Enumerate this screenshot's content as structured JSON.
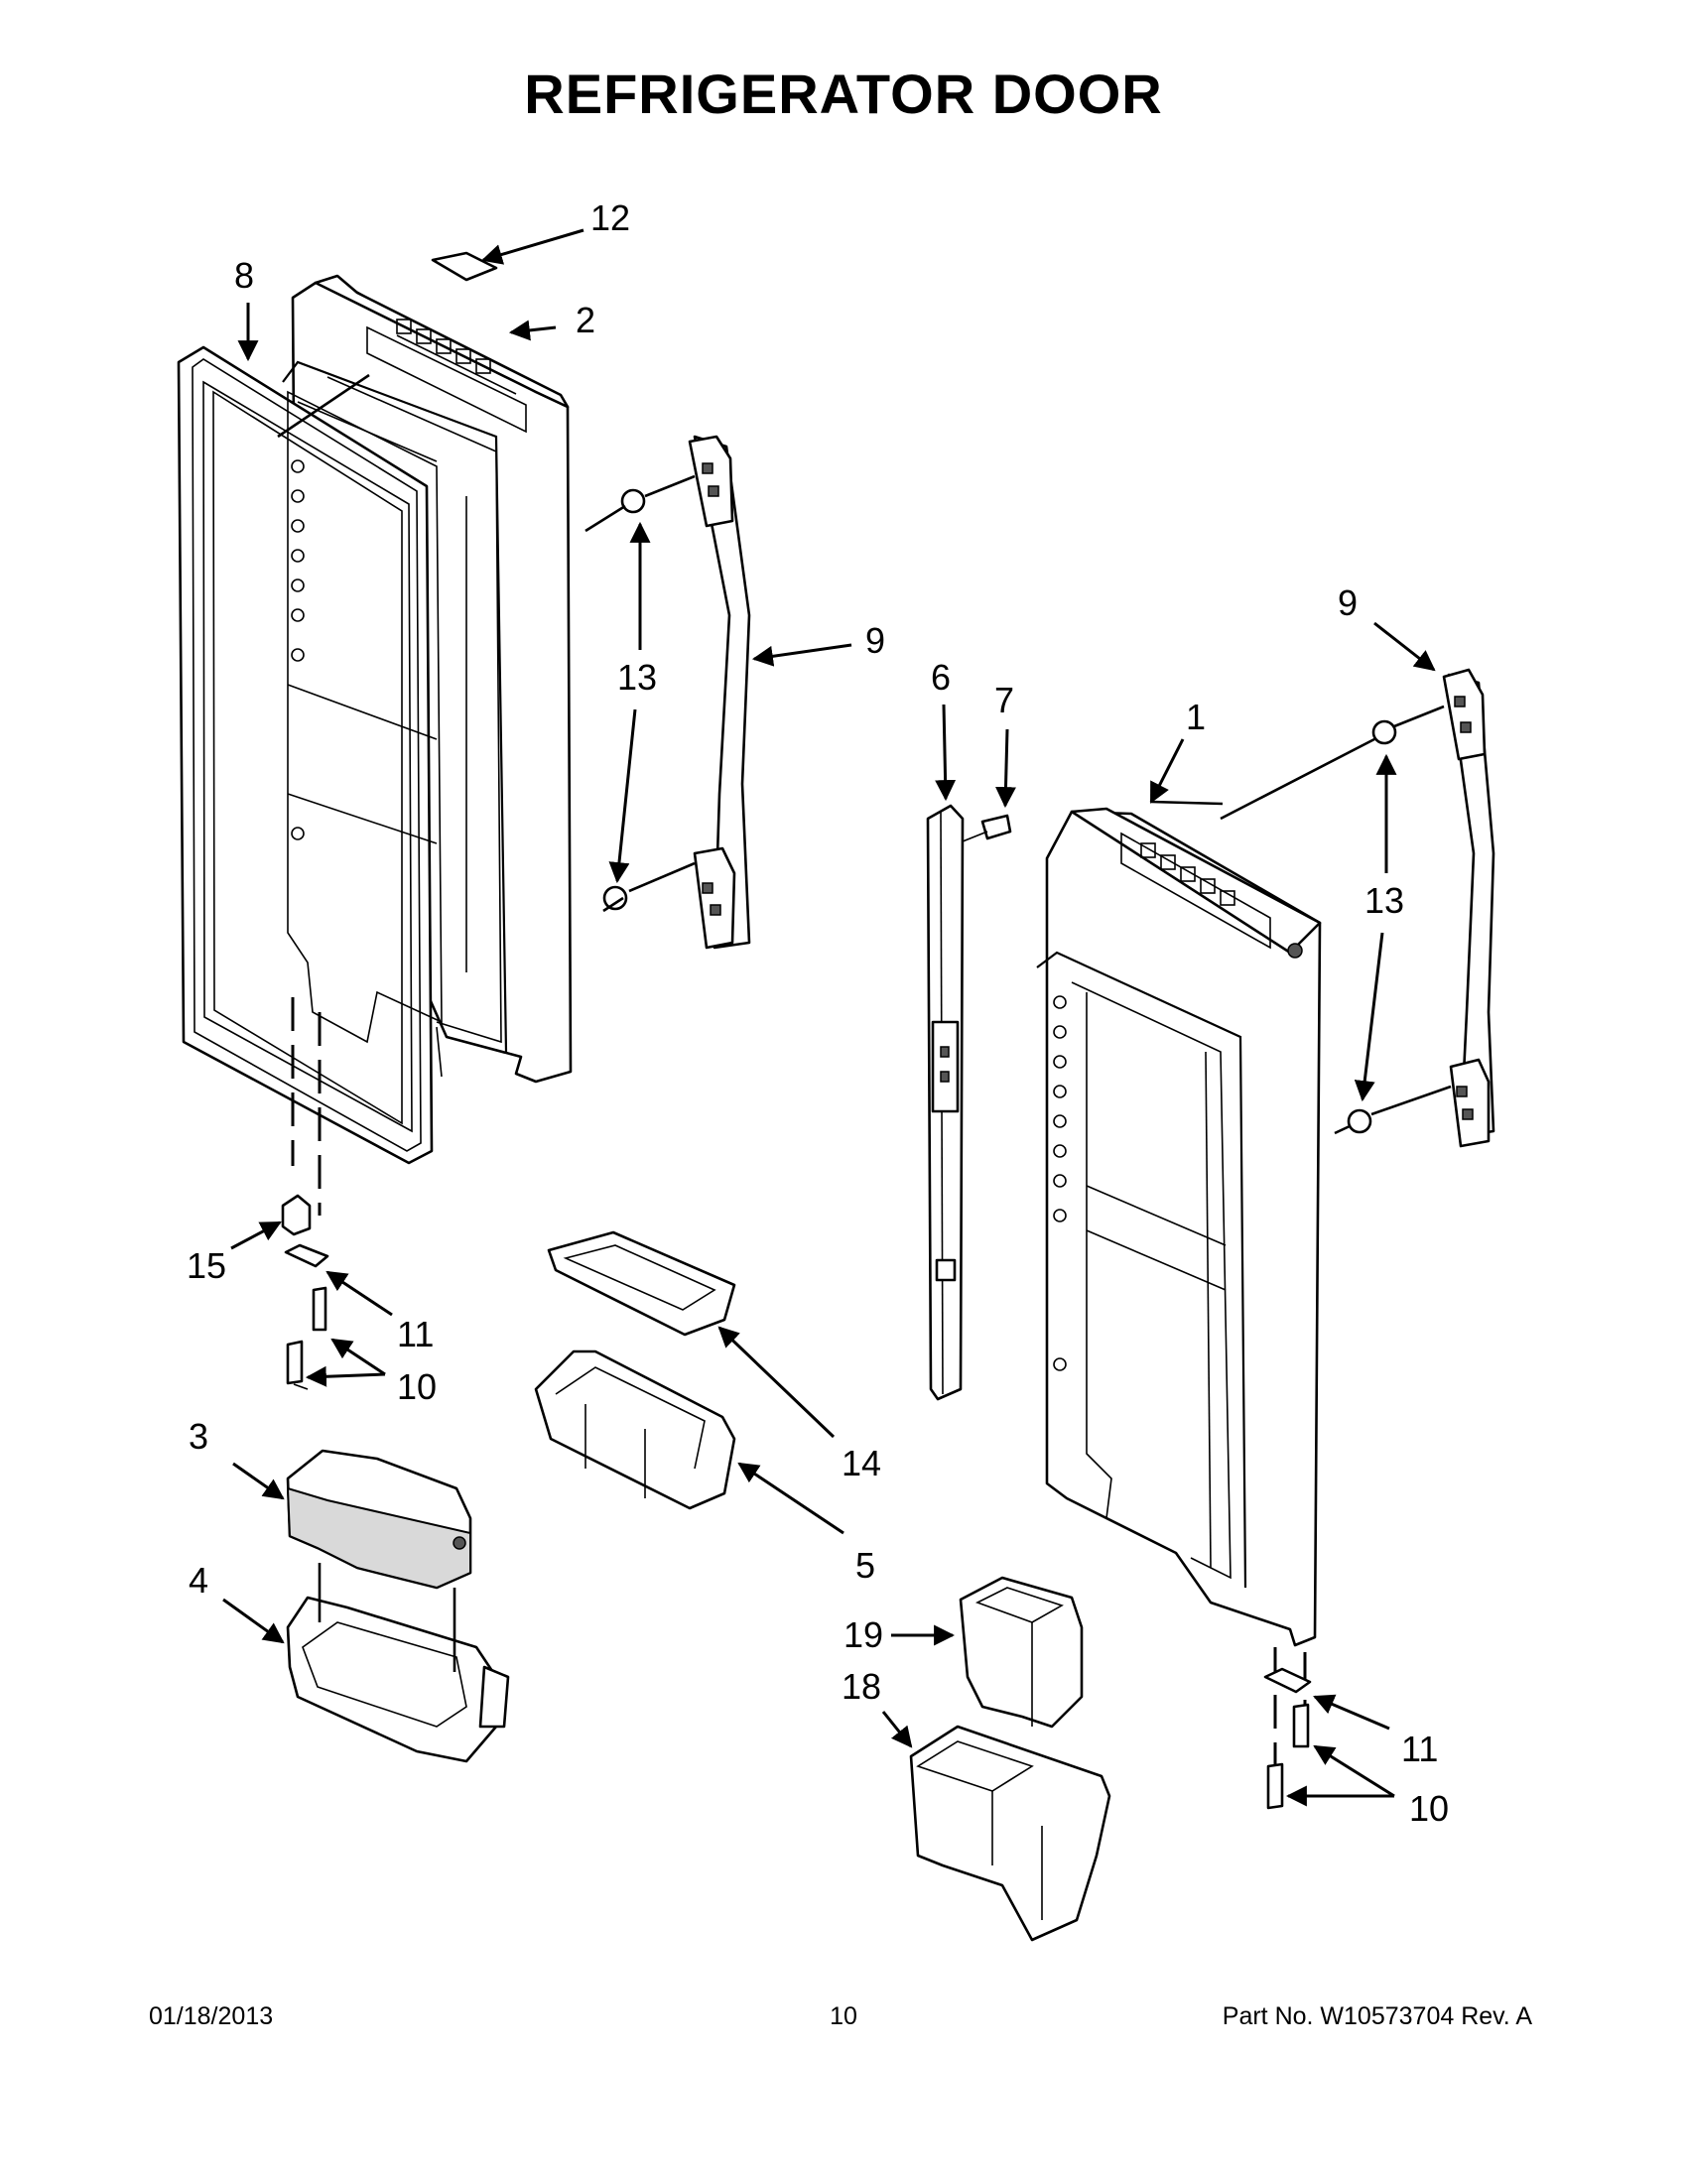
{
  "page": {
    "title": "REFRIGERATOR DOOR",
    "footer": {
      "date": "01/18/2013",
      "page_number": "10",
      "part_number": "Part No.  W10573704  Rev.  A"
    }
  },
  "callouts": [
    {
      "id": "c1",
      "label": "1"
    },
    {
      "id": "c2",
      "label": "2"
    },
    {
      "id": "c3",
      "label": "3"
    },
    {
      "id": "c4",
      "label": "4"
    },
    {
      "id": "c5",
      "label": "5"
    },
    {
      "id": "c6",
      "label": "6"
    },
    {
      "id": "c7",
      "label": "7"
    },
    {
      "id": "c8",
      "label": "8"
    },
    {
      "id": "c9a",
      "label": "9"
    },
    {
      "id": "c9b",
      "label": "9"
    },
    {
      "id": "c10a",
      "label": "10"
    },
    {
      "id": "c10b",
      "label": "10"
    },
    {
      "id": "c11a",
      "label": "11"
    },
    {
      "id": "c11b",
      "label": "11"
    },
    {
      "id": "c12",
      "label": "12"
    },
    {
      "id": "c13a",
      "label": "13"
    },
    {
      "id": "c13b",
      "label": "13"
    },
    {
      "id": "c14",
      "label": "14"
    },
    {
      "id": "c15",
      "label": "15"
    },
    {
      "id": "c18",
      "label": "18"
    },
    {
      "id": "c19",
      "label": "19"
    }
  ]
}
